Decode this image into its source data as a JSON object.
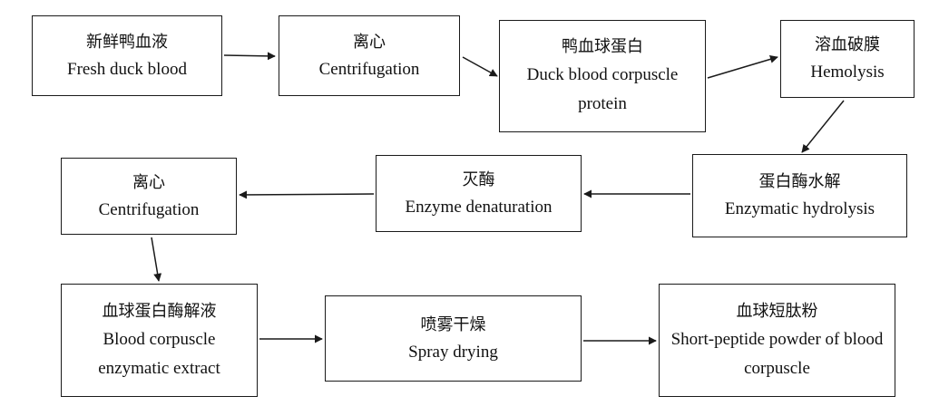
{
  "steps": [
    {
      "zh": "新鲜鸭血液",
      "en": "Fresh duck blood"
    },
    {
      "zh": "离心",
      "en": "Centrifugation"
    },
    {
      "zh": "鸭血球蛋白",
      "en": "Duck blood corpuscle protein"
    },
    {
      "zh": "溶血破膜",
      "en": "Hemolysis"
    },
    {
      "zh": "蛋白酶水解",
      "en": "Enzymatic hydrolysis"
    },
    {
      "zh": "灭酶",
      "en": "Enzyme denaturation"
    },
    {
      "zh": "离心",
      "en": "Centrifugation"
    },
    {
      "zh": "血球蛋白酶解液",
      "en": "Blood corpuscle enzymatic extract"
    },
    {
      "zh": "喷雾干燥",
      "en": "Spray drying"
    },
    {
      "zh": "血球短肽粉",
      "en": "Short-peptide powder of blood corpuscle"
    }
  ],
  "colors": {
    "line": "#1a1a1a",
    "text": "#111111",
    "background": "#ffffff"
  }
}
